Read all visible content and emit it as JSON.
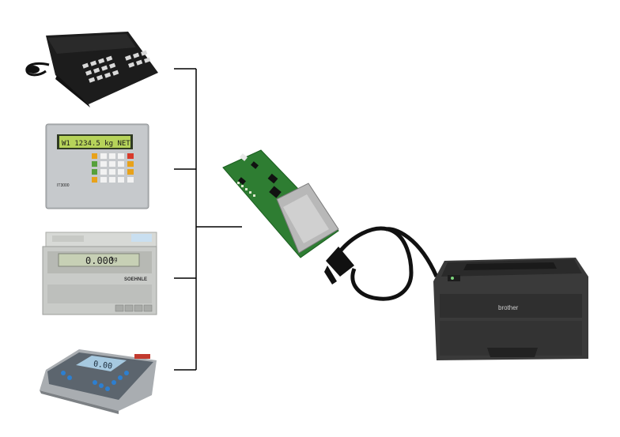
{
  "devices": [
    {
      "id": "terminal-keypad",
      "label": ""
    },
    {
      "id": "it3000",
      "display": "W1    1234.5 kg NET",
      "badge": "IT3000"
    },
    {
      "id": "soehnle",
      "display": "0.000",
      "unit": "kg",
      "brand": "SOEHNLE"
    },
    {
      "id": "weighing-indicator",
      "display": "0.00"
    }
  ],
  "printer": {
    "brand": "brother"
  },
  "colors": {
    "line": "#000000",
    "pcb": "#2e7d32",
    "printer_body": "#3a3a3a",
    "lcd_green": "#b6d35a"
  }
}
